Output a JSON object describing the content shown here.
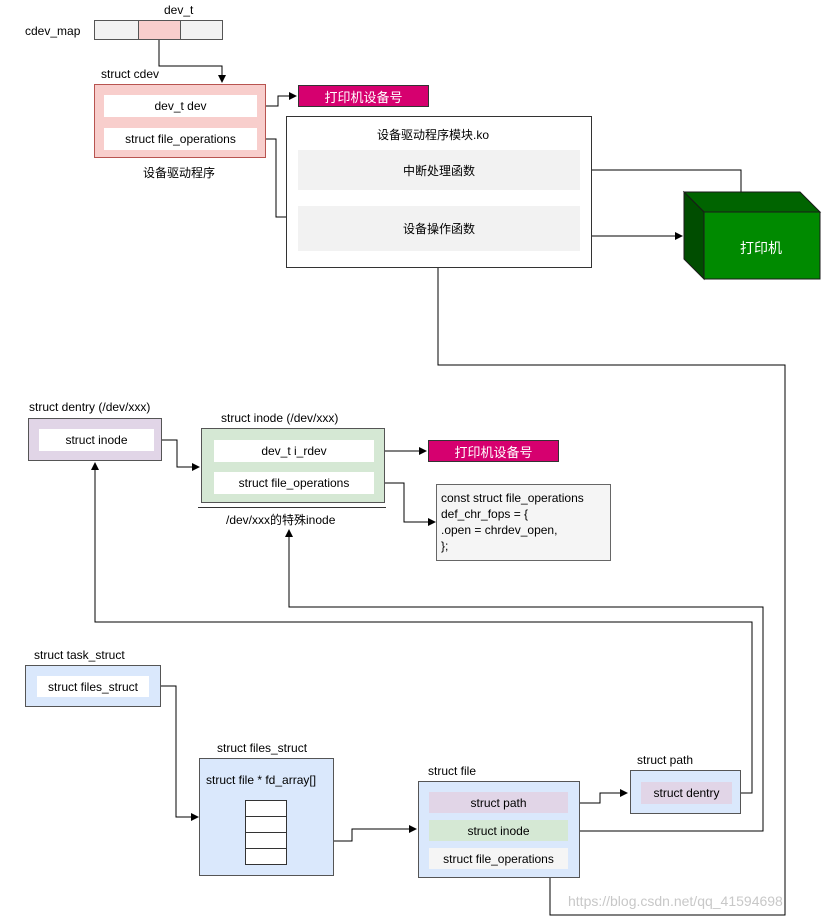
{
  "cdev_map": {
    "label": "cdev_map",
    "dev_t_label": "dev_t"
  },
  "cdev": {
    "title": "struct cdev",
    "field_dev": "dev_t dev",
    "field_fops": "struct file_operations",
    "caption": "设备驱动程序"
  },
  "printer_devno_tag": "打印机设备号",
  "module": {
    "title": "设备驱动程序模块.ko",
    "interrupt": "中断处理函数",
    "ops": "设备操作函数"
  },
  "printer": {
    "label": "打印机"
  },
  "dentry": {
    "title": "struct dentry (/dev/xxx)",
    "field_inode": "struct inode"
  },
  "inode": {
    "title": "struct inode (/dev/xxx)",
    "field_rdev": "dev_t i_rdev",
    "field_fops": "struct file_operations",
    "caption": "/dev/xxx的特殊inode"
  },
  "inode_devno_tag": "打印机设备号",
  "def_chr_fops": {
    "lines": [
      "const struct file_operations",
      "def_chr_fops = {",
      ".open = chrdev_open,",
      "};"
    ]
  },
  "task_struct": {
    "title": "struct task_struct",
    "field_files": "struct files_struct"
  },
  "files_struct": {
    "title": "struct files_struct",
    "field_fd": "struct file * fd_array[]"
  },
  "file": {
    "title": "struct file",
    "field_path": "struct path",
    "field_inode": "struct inode",
    "field_fops": "struct file_operations"
  },
  "path": {
    "title": "struct path",
    "field_dentry": "struct dentry"
  },
  "watermark": "https://blog.csdn.net/qq_41594698",
  "colors": {
    "pink_fill": "#f8cecc",
    "magenta_tag": "#d6006f",
    "printer_green": "#008a00",
    "dentry_purple": "#e1d5e7",
    "inode_green": "#d5e8d4",
    "blue_fill": "#dae8fc",
    "gray_fill": "#f5f5f5"
  }
}
